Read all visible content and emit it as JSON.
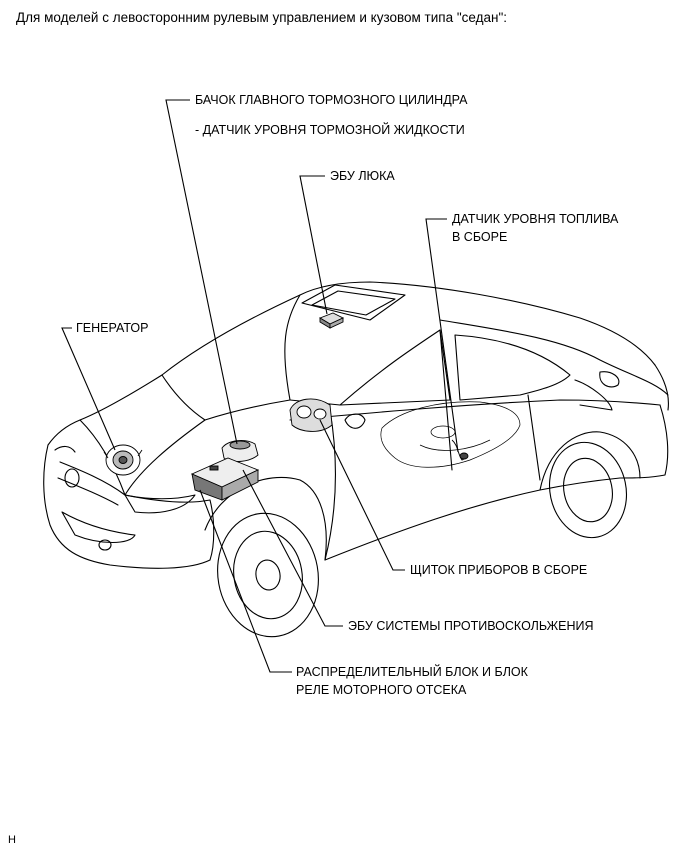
{
  "header": {
    "title": "Для моделей с левосторонним рулевым управлением и кузовом типа \"седан\":"
  },
  "labels": {
    "brake_reservoir": "БАЧОК ГЛАВНОГО ТОРМОЗНОГО ЦИЛИНДРА",
    "brake_fluid_sensor": "- ДАТЧИК УРОВНЯ ТОРМОЗНОЙ ЖИДКОСТИ",
    "sunroof_ecu": "ЭБУ ЛЮКА",
    "fuel_sender_line1": "ДАТЧИК УРОВНЯ ТОПЛИВА",
    "fuel_sender_line2": "В СБОРЕ",
    "generator": "ГЕНЕРАТОР",
    "combination_meter": "ЩИТОК ПРИБОРОВ В СБОРЕ",
    "skid_control_ecu": "ЭБУ СИСТЕМЫ ПРОТИВОСКОЛЬЖЕНИЯ",
    "relay_block_line1": "РАСПРЕДЕЛИТЕЛЬНЫЙ БЛОК И БЛОК",
    "relay_block_line2": "РЕЛЕ МОТОРНОГО ОТСЕКА"
  },
  "footer": {
    "code": "H"
  }
}
